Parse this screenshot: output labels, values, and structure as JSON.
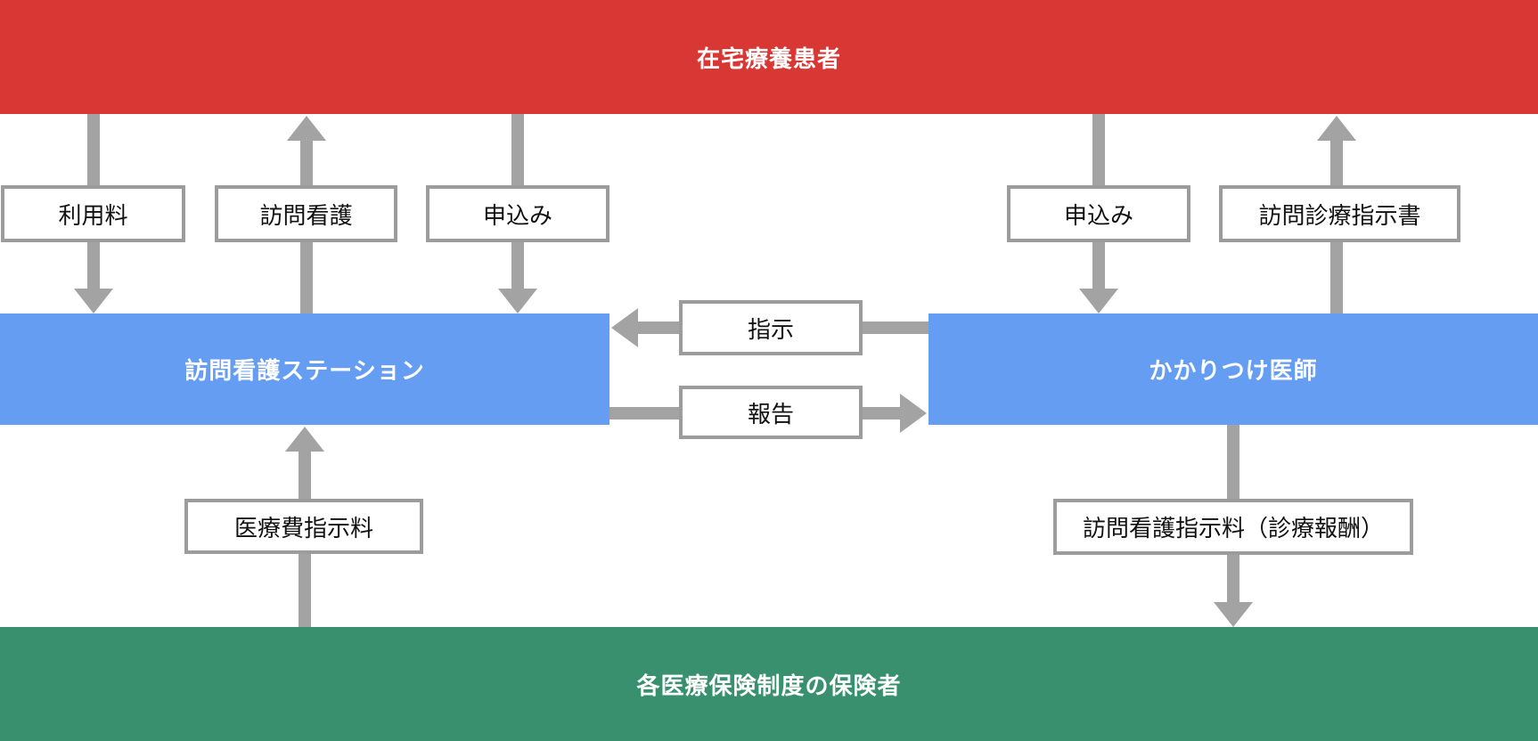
{
  "entities": {
    "patient": {
      "label": "在宅療養患者",
      "color": "#d93734"
    },
    "nursing_station": {
      "label": "訪問看護ステーション",
      "color": "#649df1"
    },
    "doctor": {
      "label": "かかりつけ医師",
      "color": "#649df1"
    },
    "insurer": {
      "label": "各医療保険制度の保険者",
      "color": "#38906f"
    }
  },
  "flows": {
    "usage_fee": {
      "label": "利用料",
      "direction": "down",
      "from": "patient",
      "to": "nursing_station"
    },
    "visiting_nursing": {
      "label": "訪問看護",
      "direction": "up",
      "from": "nursing_station",
      "to": "patient"
    },
    "application_left": {
      "label": "申込み",
      "direction": "down",
      "from": "patient",
      "to": "nursing_station"
    },
    "application_right": {
      "label": "申込み",
      "direction": "down",
      "from": "patient",
      "to": "doctor"
    },
    "visit_directive": {
      "label": "訪問診療指示書",
      "direction": "up",
      "from": "doctor",
      "to": "patient"
    },
    "instruction": {
      "label": "指示",
      "direction": "left",
      "from": "doctor",
      "to": "nursing_station"
    },
    "report": {
      "label": "報告",
      "direction": "right",
      "from": "nursing_station",
      "to": "doctor"
    },
    "medical_fee": {
      "label": "医療費指示料",
      "direction": "up",
      "from": "insurer",
      "to": "nursing_station"
    },
    "nursing_directive_fee": {
      "label": "訪問看護指示料（診療報酬）",
      "direction": "down",
      "from": "doctor",
      "to": "insurer"
    }
  },
  "colors": {
    "arrow": "#a3a3a3",
    "box_border": "#9c9c9c",
    "box_background": "#ffffff",
    "label_text": "#111111",
    "band_text": "#ffffff"
  }
}
